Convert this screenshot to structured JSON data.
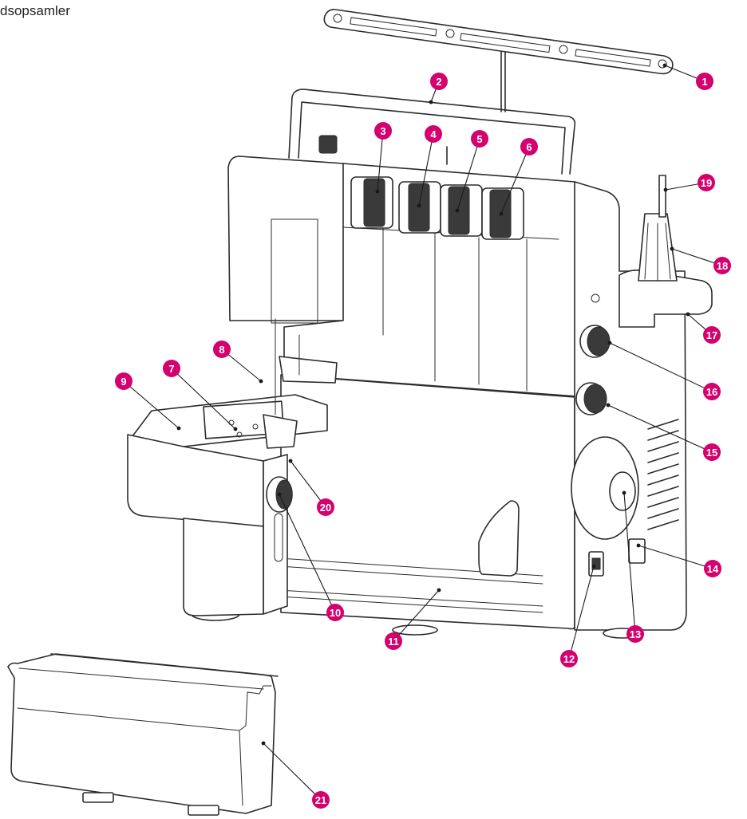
{
  "caption": "dsopsamler",
  "callout_color": "#d4006d",
  "callouts": [
    {
      "label": "1"
    },
    {
      "label": "2"
    },
    {
      "label": "3"
    },
    {
      "label": "4"
    },
    {
      "label": "5"
    },
    {
      "label": "6"
    },
    {
      "label": "7"
    },
    {
      "label": "8"
    },
    {
      "label": "9"
    },
    {
      "label": "10"
    },
    {
      "label": "11"
    },
    {
      "label": "12"
    },
    {
      "label": "13"
    },
    {
      "label": "14"
    },
    {
      "label": "15"
    },
    {
      "label": "16"
    },
    {
      "label": "17"
    },
    {
      "label": "18"
    },
    {
      "label": "19"
    },
    {
      "label": "20"
    },
    {
      "label": "21"
    }
  ]
}
